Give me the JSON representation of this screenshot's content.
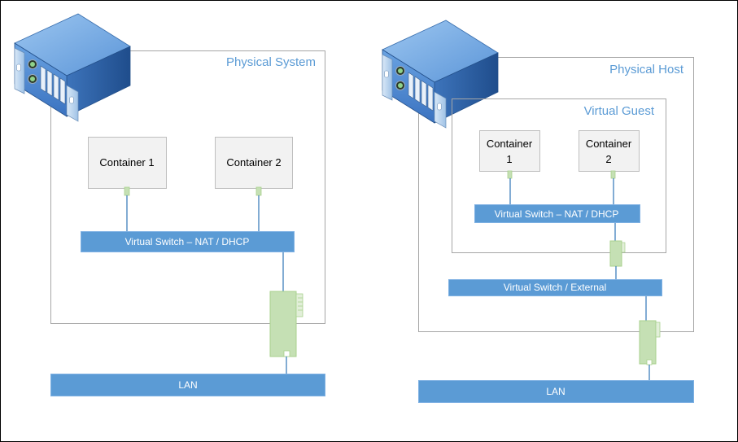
{
  "left": {
    "system_label": "Physical System",
    "container_1": "Container 1",
    "container_2": "Container 2",
    "switch_label": "Virtual Switch – NAT / DHCP",
    "lan_label": "LAN"
  },
  "right": {
    "host_label": "Physical Host",
    "guest_label": "Virtual Guest",
    "container_1_line1": "Container",
    "container_1_line2": "1",
    "container_2_line1": "Container",
    "container_2_line2": "2",
    "inner_switch_label": "Virtual Switch – NAT / DHCP",
    "external_switch_label": "Virtual Switch / External",
    "lan_label": "LAN"
  },
  "colors": {
    "frame_border": "#a6a6a6",
    "title_text": "#5b9bd5",
    "switch_fill": "#5b9bd5",
    "switch_border": "#7fb1e3",
    "container_fill": "#f2f2f2",
    "container_border": "#bfbfbf",
    "nic_fill": "#c5e0b4",
    "nic_border": "#a9d18e",
    "link_line": "#2e75b6",
    "server_top": "#7bb0e6",
    "server_front": "#4a86cf",
    "server_side": "#2f5f9e"
  },
  "icons": [
    "server-icon",
    "network-card-icon",
    "network-port-icon"
  ]
}
